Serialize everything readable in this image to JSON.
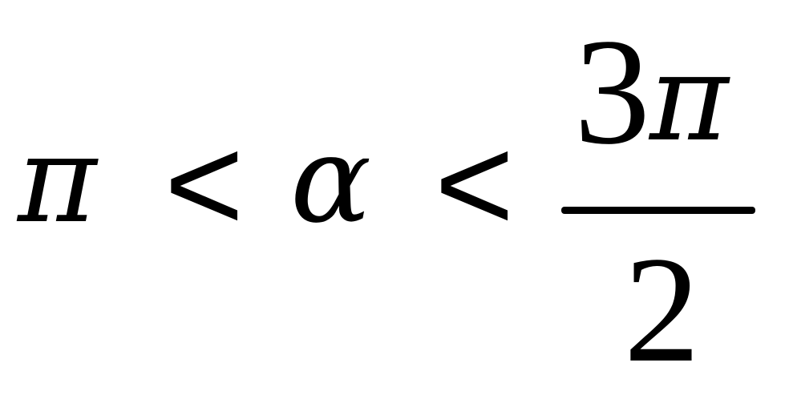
{
  "formula": {
    "left_symbol": "π",
    "relation_1": "<",
    "middle_symbol": "α",
    "relation_2": "<",
    "fraction": {
      "numerator_coefficient": "3",
      "numerator_symbol": "π",
      "denominator": "2"
    }
  },
  "colors": {
    "background": "#ffffff",
    "ink": "#000000"
  }
}
